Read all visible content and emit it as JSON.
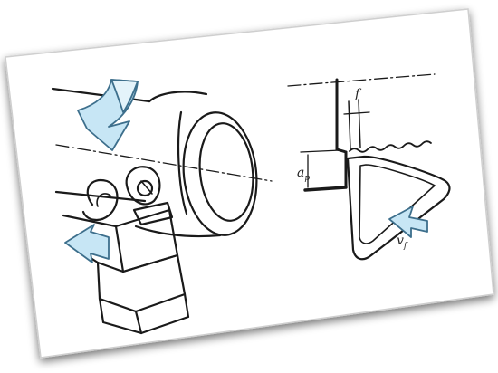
{
  "labels": {
    "feed": "f",
    "depth_main": "a",
    "depth_sub": "p",
    "speed_main": "v",
    "speed_sub": "f"
  },
  "colors": {
    "arrow_fill": "#c7e6f5",
    "arrow_stroke": "#3d6f8c",
    "line": "#1a1a1a",
    "card_border": "#c8c8c8",
    "card_shadow": "#9aa7b0"
  },
  "icons": {
    "rotation": "curved-rotation-arrow",
    "feed_left": "feed-arrow",
    "feed_right": "feed-arrow"
  }
}
